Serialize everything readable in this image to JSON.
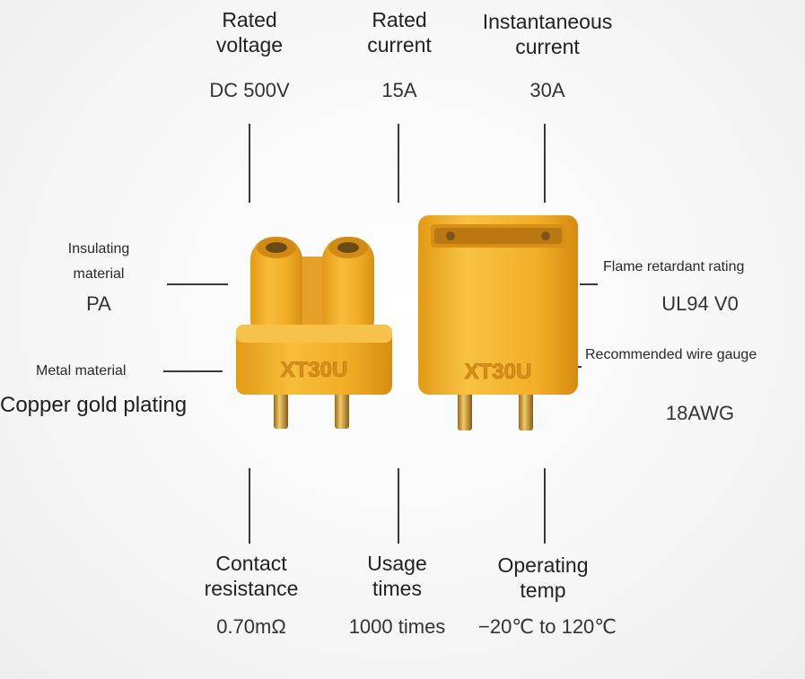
{
  "specs": {
    "rated_voltage": {
      "label_line1": "Rated",
      "label_line2": "voltage",
      "value": "DC 500V"
    },
    "rated_current": {
      "label_line1": "Rated",
      "label_line2": "current",
      "value": "15A"
    },
    "instantaneous_current": {
      "label_line1": "Instantaneous",
      "label_line2": "current",
      "value": "30A"
    },
    "insulating_material": {
      "label_line1": "Insulating",
      "label_line2": "material",
      "value": "PA"
    },
    "metal_material": {
      "label": "Metal material",
      "value": "Copper gold plating"
    },
    "flame_retardant": {
      "label": "Flame retardant rating",
      "value": "UL94 V0"
    },
    "wire_gauge": {
      "label": "Recommended wire gauge",
      "value": "18AWG"
    },
    "contact_resistance": {
      "label_line1": "Contact",
      "label_line2": "resistance",
      "value": "0.70mΩ"
    },
    "usage_times": {
      "label_line1": "Usage",
      "label_line2": "times",
      "value": "1000 times"
    },
    "operating_temp": {
      "label_line1": "Operating",
      "label_line2": "temp",
      "value": "−20℃ to 120℃"
    }
  },
  "product": {
    "female_marking": "XT30U",
    "male_marking": "XT30U",
    "body_color": "#f5b52a",
    "pin_color": "#d9a441"
  }
}
